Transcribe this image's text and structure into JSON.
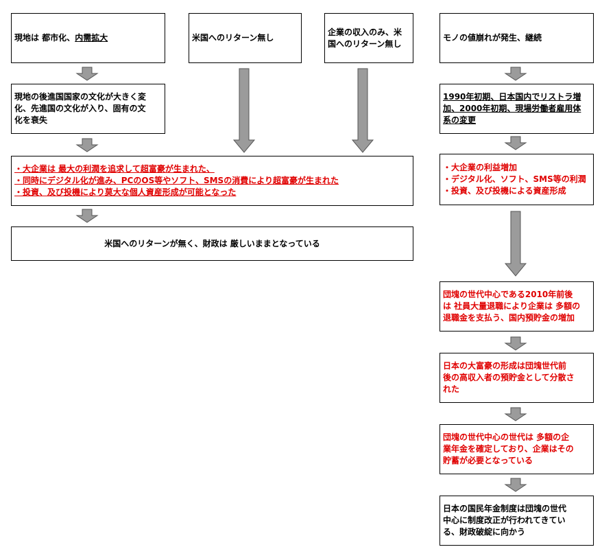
{
  "colors": {
    "highlight": "#e00000",
    "arrow_fill": "#9b9b9b",
    "border": "#000000"
  },
  "left": {
    "box1": {
      "prefix": "現地は 都市化、",
      "underlined": "内需拡大"
    },
    "box2": {
      "line1": "米国へのリターン無し"
    },
    "box3": {
      "line1": "企業の収入のみ、米",
      "line2": "国へのリターン無し"
    },
    "box4": {
      "line1": "現地の後進国国家の文化が大きく変",
      "line2": "化、先進国の文化が入り、固有の文",
      "line3": "化を衰失"
    },
    "box5": {
      "line1": "・大企業は 最大の利潤を追求して超富豪が生まれた、",
      "line2": "・同時にデジタル化が進み、PCのOS等やソフト、SMSの消費により超富豪が生まれた",
      "line3": "・投資、及び投機により莫大な個人資産形成が可能となった"
    },
    "box6": {
      "line1": "米国へのリターンが無く、財政は 厳しいままとなっている"
    }
  },
  "right": {
    "box1": {
      "line1": "モノの値崩れが発生、継続"
    },
    "box2": {
      "line1": "1990年初期、日本国内でリストラ増",
      "line2": "加、2000年初期、現場労働者雇用体",
      "line3": "系の変更"
    },
    "box3": {
      "line1": "・大企業の利益増加",
      "line2": "・デジタル化、ソフト、SMS等の利潤",
      "line3": "・投資、及び投機による資産形成"
    },
    "box4": {
      "line1": "団塊の世代中心である2010年前後",
      "line2": "は 社員大量退職により企業は 多額の",
      "line3": "退職金を支払う、国内預貯金の増加"
    },
    "box5": {
      "line1": "日本の大富豪の形成は団塊世代前",
      "line2": "後の高収入者の預貯金として分散さ",
      "line3": "れた"
    },
    "box6": {
      "line1": "団塊の世代中心の世代は 多額の企",
      "line2": "業年金を確定しており、企業はその",
      "line3": "貯蓄が必要となっている"
    },
    "box7": {
      "line1": "日本の国民年金制度は団塊の世代",
      "line2": "中心に制度改正が行われてきてい",
      "line3": "る、財政破綻に向かう"
    }
  }
}
